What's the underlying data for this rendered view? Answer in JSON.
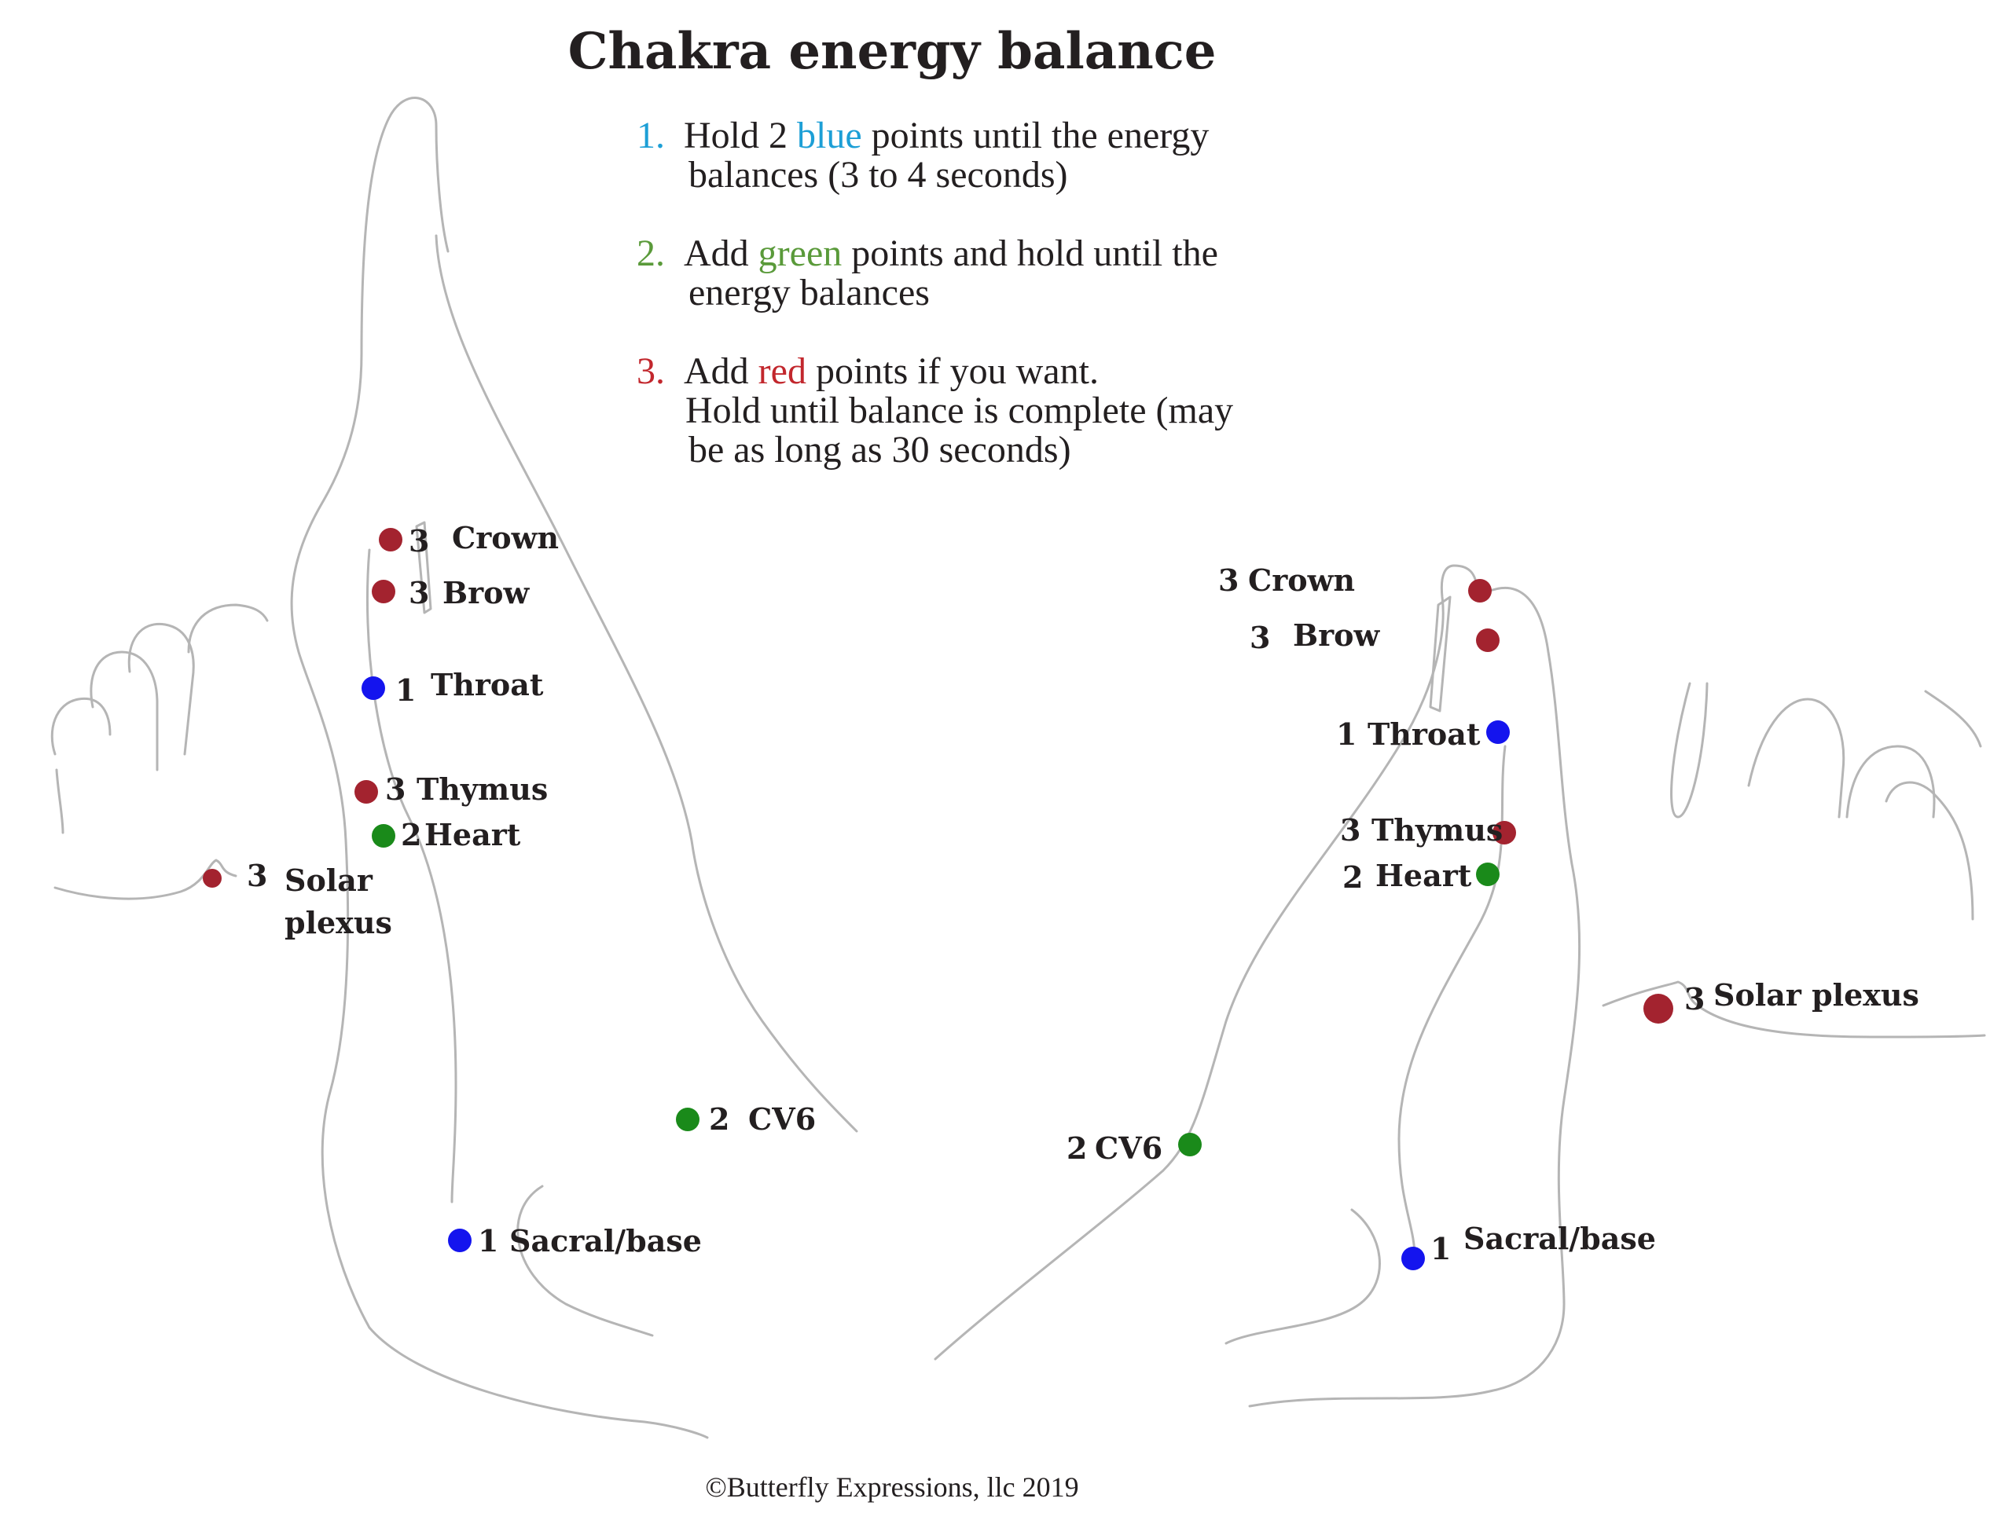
{
  "title": "Chakra energy balance",
  "colors": {
    "blue": "#1d9fd6",
    "green": "#5a9a3a",
    "red": "#c2272d",
    "dot_blue": "#1414ee",
    "dot_green": "#1a8a1a",
    "dot_red": "#a3232f",
    "text": "#231f20",
    "outline": "#b5b5b5"
  },
  "steps": [
    {
      "num": "1.",
      "pre": "Hold 2 ",
      "color_word": "blue",
      "post": " points until the energy",
      "line2": "balances (3 to 4 seconds)",
      "line3": ""
    },
    {
      "num": "2.",
      "pre": "Add ",
      "color_word": "green",
      "post": " points and hold until the",
      "line2": "energy balances",
      "line3": ""
    },
    {
      "num": "3.",
      "pre": "Add ",
      "color_word": "red",
      "post": " points if you want.",
      "line2": "Hold until balance is complete (may",
      "line3": "be as long as 30 seconds)"
    }
  ],
  "left_foot": {
    "points": [
      {
        "num": "3",
        "name": "Crown",
        "color": "red"
      },
      {
        "num": "3",
        "name": "Brow",
        "color": "red"
      },
      {
        "num": "1",
        "name": "Throat",
        "color": "blue"
      },
      {
        "num": "3",
        "name": "Thymus",
        "color": "red"
      },
      {
        "num": "2",
        "name": "Heart",
        "color": "green"
      },
      {
        "num": "3",
        "name": "Solar plexus",
        "name_line1": "Solar",
        "name_line2": "plexus",
        "color": "red"
      },
      {
        "num": "2",
        "name": "CV6",
        "color": "green"
      },
      {
        "num": "1",
        "name": "Sacral/base",
        "color": "blue"
      }
    ]
  },
  "right_foot": {
    "points": [
      {
        "num": "3",
        "name": "Crown",
        "color": "red"
      },
      {
        "num": "3",
        "name": "Brow",
        "color": "red"
      },
      {
        "num": "1",
        "name": "Throat",
        "color": "blue"
      },
      {
        "num": "3",
        "name": "Thymus",
        "color": "red"
      },
      {
        "num": "2",
        "name": "Heart",
        "color": "green"
      },
      {
        "num": "3",
        "name": "Solar plexus",
        "color": "red"
      },
      {
        "num": "2",
        "name": "CV6",
        "color": "green"
      },
      {
        "num": "1",
        "name": "Sacral/base",
        "color": "blue"
      }
    ]
  },
  "copyright": "©Butterfly Expressions, llc 2019"
}
